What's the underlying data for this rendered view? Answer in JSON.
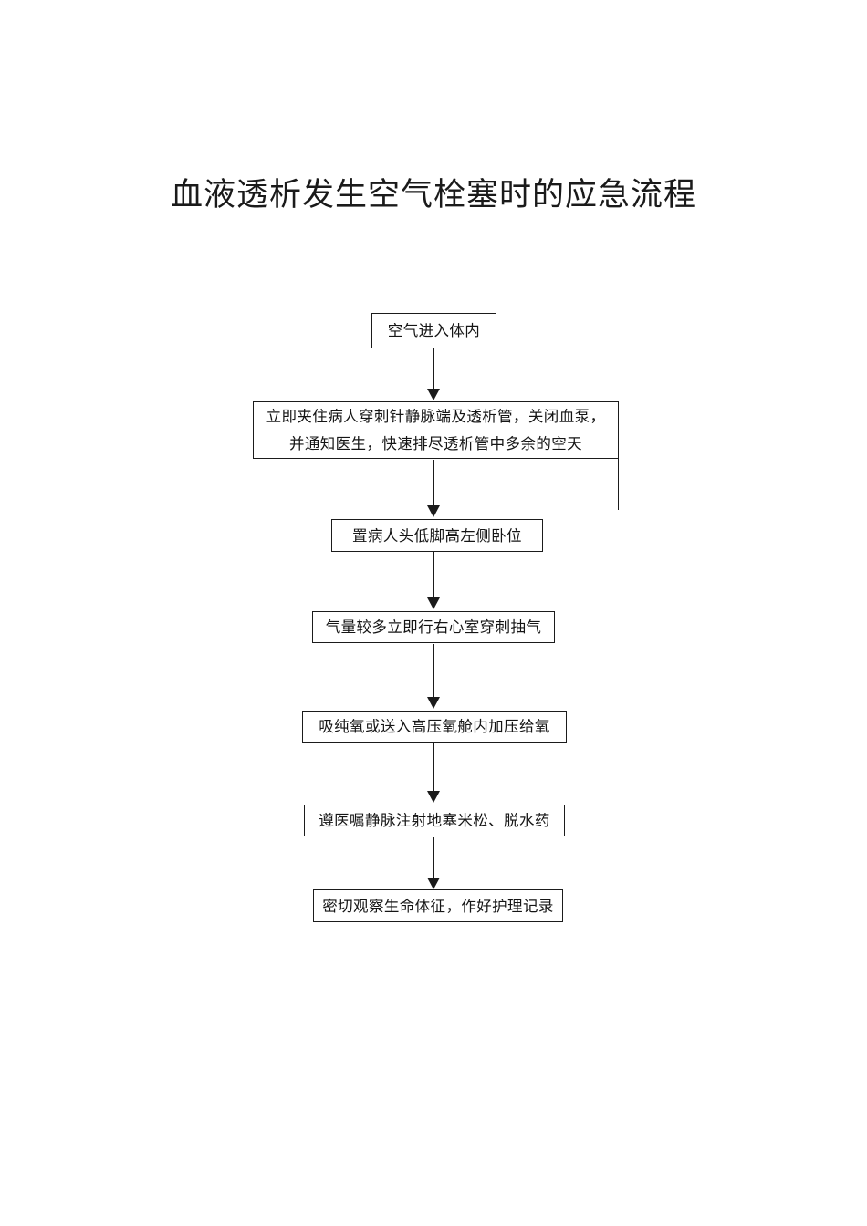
{
  "document": {
    "title": "血液透析发生空气栓塞时的应急流程",
    "page_background": "#ffffff",
    "ink_color": "#1b1b1b"
  },
  "flowchart": {
    "type": "vertical-sequence",
    "orientation": "top-to-bottom",
    "node_count": 7,
    "connector_count": 6,
    "connector_style": "solid line with filled triangular arrowhead",
    "nodes": [
      {
        "id": "n1",
        "label": "空气进入体内",
        "shape": "rectangle",
        "lines": 1
      },
      {
        "id": "n2",
        "label": "立即夹住病人穿刺针静脉端及透析管，关闭血泵，\n并通知医生，快速排尽透析管中多余的空天",
        "line1": "立即夹住病人穿刺针静脉端及透析管，关闭血泵，",
        "line2": "并通知医生，快速排尽透析管中多余的空天",
        "shape": "rectangle",
        "lines": 2
      },
      {
        "id": "n3",
        "label": "置病人头低脚高左侧卧位",
        "shape": "rectangle",
        "lines": 1
      },
      {
        "id": "n4",
        "label": "气量较多立即行右心室穿刺抽气",
        "shape": "rectangle",
        "lines": 1
      },
      {
        "id": "n5",
        "label": "吸纯氧或送入高压氧舱内加压给氧",
        "shape": "rectangle",
        "lines": 1
      },
      {
        "id": "n6",
        "label": "遵医嘱静脉注射地塞米松、脱水药",
        "shape": "rectangle",
        "lines": 1
      },
      {
        "id": "n7",
        "label": "密切观察生命体征，作好护理记录",
        "shape": "rectangle",
        "lines": 1
      }
    ],
    "edges": [
      {
        "from": "n1",
        "to": "n2"
      },
      {
        "from": "n2",
        "to": "n3"
      },
      {
        "from": "n3",
        "to": "n4"
      },
      {
        "from": "n4",
        "to": "n5"
      },
      {
        "from": "n5",
        "to": "n6"
      },
      {
        "from": "n6",
        "to": "n7"
      }
    ]
  }
}
